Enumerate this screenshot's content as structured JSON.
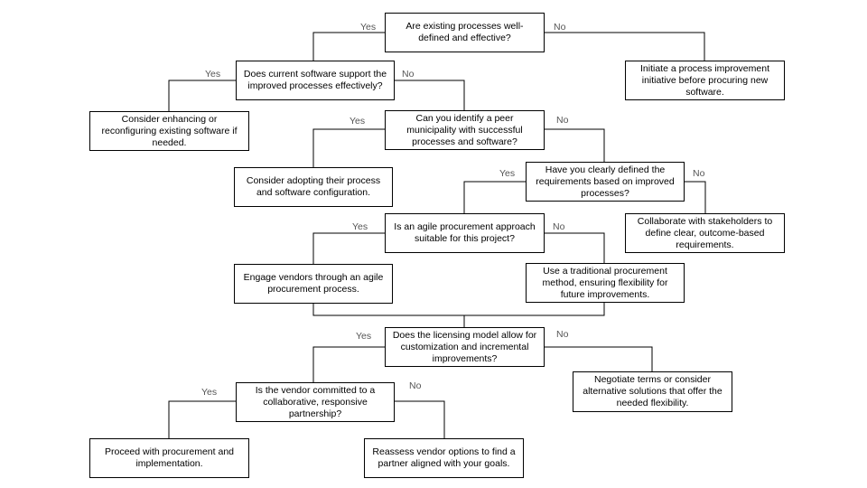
{
  "nodes": {
    "q_processes": "Are existing processes well-defined and effective?",
    "a_process_improvement": "Initiate a process improvement initiative before procuring new software.",
    "q_software_support": "Does current software support the improved processes effectively?",
    "a_enhance_software": "Consider enhancing or reconfiguring existing software if needed.",
    "q_peer_municipality": "Can you identify a peer municipality with successful processes and software?",
    "a_adopt_config": "Consider adopting their process and software configuration.",
    "q_requirements": "Have you clearly defined the requirements based on improved processes?",
    "a_collaborate": "Collaborate with stakeholders to define clear, outcome-based requirements.",
    "q_agile": "Is an agile procurement approach suitable for this project?",
    "a_agile_vendors": "Engage vendors through an agile procurement process.",
    "a_traditional": "Use a traditional procurement method, ensuring flexibility for future improvements.",
    "q_licensing": "Does the licensing model allow for customization and incremental improvements?",
    "a_negotiate": "Negotiate terms or consider alternative solutions that offer the needed flexibility.",
    "q_vendor": "Is the vendor committed to a collaborative, responsive partnership?",
    "a_proceed": "Proceed with procurement and implementation.",
    "a_reassess": "Reassess vendor options to find a partner aligned with your goals."
  },
  "edge_labels": {
    "yes": "Yes",
    "no": "No"
  }
}
